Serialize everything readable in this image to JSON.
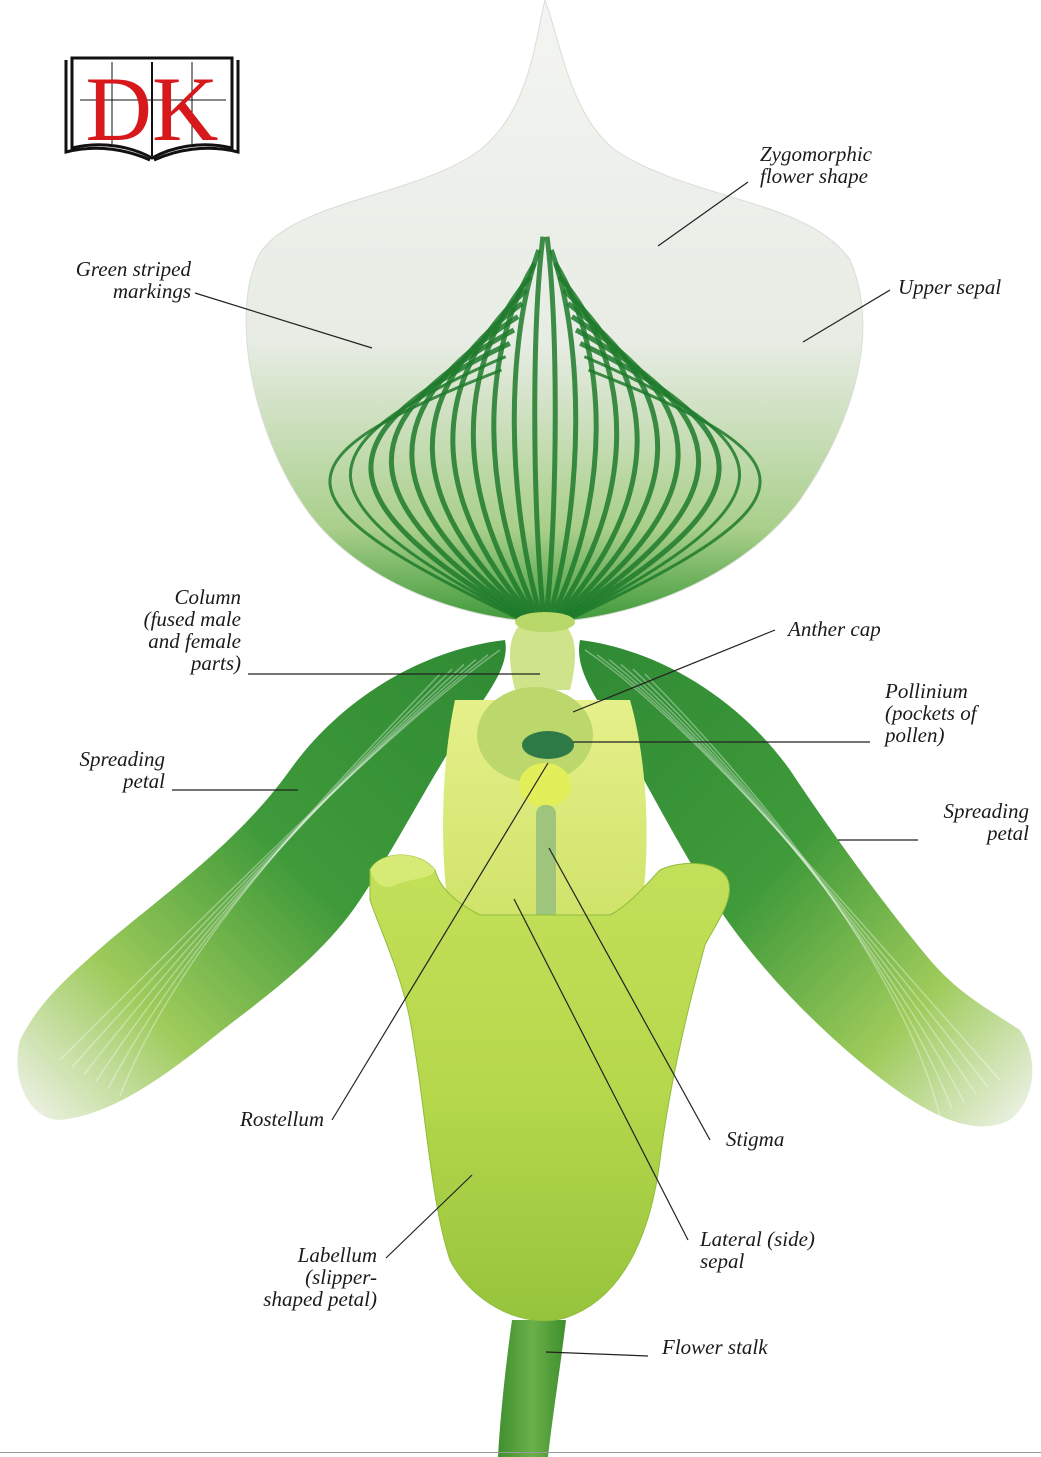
{
  "publisher_logo": {
    "text": "DK",
    "color_red": "#d7191c",
    "color_frame": "#111111"
  },
  "labels": {
    "zygomorphic": "Zygomorphic\nflower shape",
    "green_striped": "Green striped\nmarkings",
    "upper_sepal": "Upper sepal",
    "column": "Column\n(fused male\nand female\nparts)",
    "anther_cap": "Anther cap",
    "pollinium": "Pollinium\n(pockets of\npollen)",
    "spreading_petal_left": "Spreading\npetal",
    "spreading_petal_right": "Spreading\npetal",
    "rostellum": "Rostellum",
    "stigma": "Stigma",
    "labellum": "Labellum\n(slipper-\nshaped petal)",
    "lateral_sepal": "Lateral (side)\nsepal",
    "flower_stalk": "Flower stalk"
  },
  "colors": {
    "dark_green": "#1e7a2c",
    "mid_green": "#5aa63a",
    "light_green": "#b9dc4e",
    "lime": "#cfe86a",
    "white_petal": "#eef1ec"
  }
}
